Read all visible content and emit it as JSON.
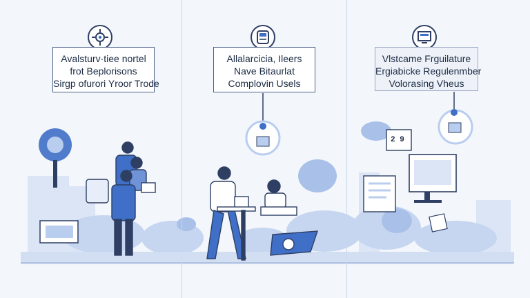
{
  "panels": [
    {
      "icon": "gear-target-icon",
      "caption": [
        "Avalsturv·tiee nortel",
        "frot Beplorisons",
        "Sirgp ofurori Yroor Trode"
      ]
    },
    {
      "icon": "document-scanner-icon",
      "caption": [
        "Allalarcicia, Ileers",
        "Nave Bitaurlat",
        "Complovin Usels"
      ]
    },
    {
      "icon": "monitor-chart-icon",
      "caption": [
        "Vlstcame Frguilature",
        "Ergiabicke Regulenmber",
        "Volorasing Vheus"
      ]
    }
  ],
  "screen_badge": "2 9",
  "colors": {
    "background": "#f3f6fb",
    "accent_blue": "#3f6fc7",
    "light_blue": "#b9cdee",
    "outline": "#2e3f63"
  }
}
